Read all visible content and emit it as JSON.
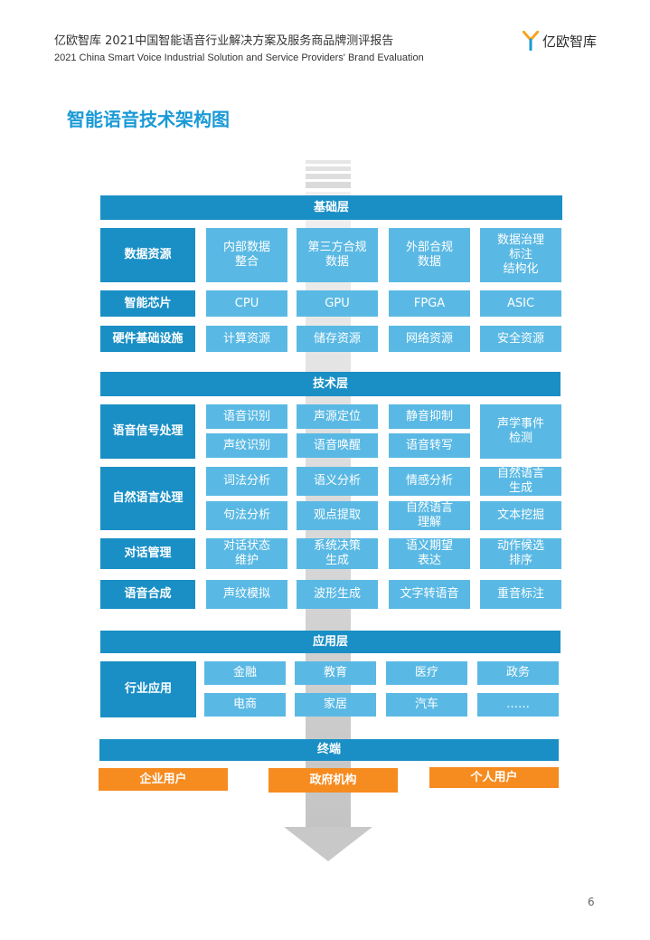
{
  "header": {
    "title_cn": "亿欧智库 2021中国智能语音行业解决方案及服务商品牌测评报告",
    "title_en": "2021 China Smart Voice Industrial Solution and Service Providers' Brand Evaluation",
    "logo_text": "亿欧智库"
  },
  "title": "智能语音技术架构图",
  "layers": {
    "base": {
      "label": "基础层",
      "rows": [
        {
          "category": "数据资源",
          "cells": [
            "内部数据\n整合",
            "第三方合规\n数据",
            "外部合规\n数据",
            "数据治理\n标注\n结构化"
          ]
        },
        {
          "category": "智能芯片",
          "cells": [
            "CPU",
            "GPU",
            "FPGA",
            "ASIC"
          ]
        },
        {
          "category": "硬件基础设施",
          "cells": [
            "计算资源",
            "储存资源",
            "网络资源",
            "安全资源"
          ]
        }
      ]
    },
    "tech": {
      "label": "技术层",
      "groups": [
        {
          "category": "语音信号处理",
          "cells": [
            "语音识别",
            "声源定位",
            "静音抑制",
            "声纹识别",
            "语音唤醒",
            "语音转写",
            "声学事件\n检测"
          ]
        },
        {
          "category": "自然语言处理",
          "cells": [
            "词法分析",
            "语义分析",
            "情感分析",
            "自然语言\n生成",
            "句法分析",
            "观点提取",
            "自然语言\n理解",
            "文本挖掘"
          ]
        },
        {
          "category": "对话管理",
          "cells": [
            "对话状态\n维护",
            "系统决策\n生成",
            "语义期望\n表达",
            "动作候选\n排序"
          ]
        },
        {
          "category": "语音合成",
          "cells": [
            "声纹模拟",
            "波形生成",
            "文字转语音",
            "重音标注"
          ]
        }
      ]
    },
    "app": {
      "label": "应用层",
      "category": "行业应用",
      "cells": [
        "金融",
        "教育",
        "医疗",
        "政务",
        "电商",
        "家居",
        "汽车",
        "……"
      ]
    },
    "terminal": {
      "label": "终端",
      "users": [
        "企业用户",
        "政府机构",
        "个人用户"
      ]
    }
  },
  "page_number": "6",
  "colors": {
    "dark_blue": "#1a8fc5",
    "light_blue": "#5ab9e4",
    "orange": "#f68b1f",
    "arrow_gray": "#c8c8c8",
    "title_blue": "#1a9ad6"
  }
}
